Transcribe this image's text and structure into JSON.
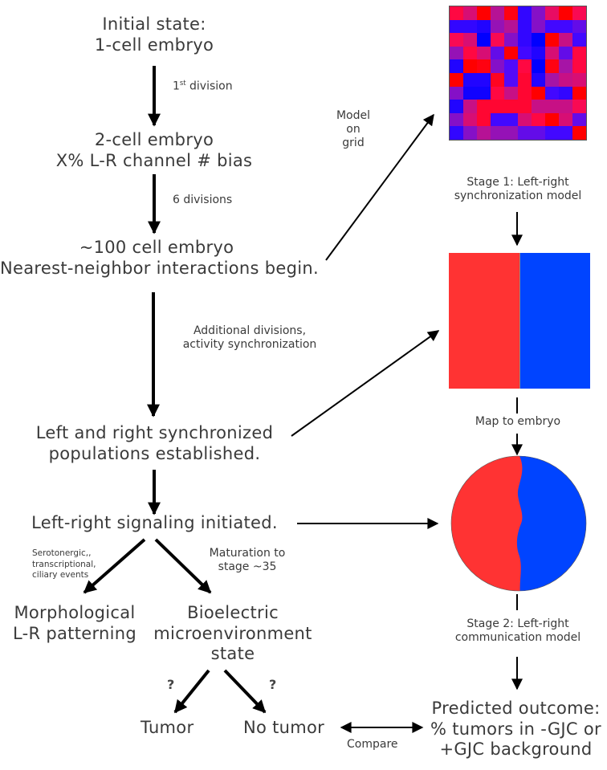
{
  "colors": {
    "red": "#ff3333",
    "blue": "#0044ff",
    "arrow": "#000000",
    "text": "#3a3a3a"
  },
  "flow": {
    "initial_l1": "Initial state:",
    "initial_l2": "1-cell embryo",
    "first_division_num": "1",
    "first_division_sup": "st",
    "first_division_rest": " division",
    "two_cell_l1": "2-cell embryo",
    "two_cell_l2": "X% L-R channel # bias",
    "six_divisions": "6 divisions",
    "hundred_l1": "~100 cell embryo",
    "hundred_l2": "Nearest-neighbor interactions begin.",
    "additional_l1": "Additional divisions,",
    "additional_l2": "activity synchronization",
    "lr_sync_l1": "Left and right synchronized",
    "lr_sync_l2": "populations established.",
    "lr_signal": "Left-right signaling initiated.",
    "sero_l1": "Serotonergic,,",
    "sero_l2": "transcriptional,",
    "sero_l3": "ciliary events",
    "maturation_l1": "Maturation to",
    "maturation_l2": "stage ~35",
    "morph_l1": "Morphological",
    "morph_l2": "L-R patterning",
    "bio_l1": "Bioelectric",
    "bio_l2": "microenvironment",
    "bio_l3": "state",
    "question_left": "?",
    "question_right": "?",
    "tumor": "Tumor",
    "no_tumor": "No tumor",
    "compare": "Compare"
  },
  "model": {
    "model_on_grid_l1": "Model",
    "model_on_grid_l2": "on",
    "model_on_grid_l3": "grid",
    "stage1_l1": "Stage 1: Left-right",
    "stage1_l2": "synchronization model",
    "map_to_embryo": "Map to embryo",
    "stage2_l1": "Stage 2: Left-right",
    "stage2_l2": "communication model",
    "predicted_l1": "Predicted outcome:",
    "predicted_l2": "% tumors in -GJC or",
    "predicted_l3": "+GJC background"
  },
  "chart_data": {
    "type": "heatmap",
    "title": "",
    "colorscale": [
      "#0000ff",
      "#ff0000"
    ],
    "rows": 10,
    "cols": 10,
    "values": [
      [
        0.8,
        0.65,
        1.0,
        0.55,
        0.95,
        0.15,
        0.4,
        0.7,
        1.0,
        0.75
      ],
      [
        0.15,
        0.15,
        0.1,
        0.45,
        0.55,
        0.15,
        0.4,
        0.2,
        0.2,
        0.3
      ],
      [
        0.75,
        0.65,
        0.0,
        0.75,
        0.4,
        0.15,
        0.0,
        1.0,
        0.6,
        0.2
      ],
      [
        0.45,
        0.8,
        0.65,
        0.3,
        1.0,
        0.2,
        0.1,
        0.65,
        0.3,
        0.8
      ],
      [
        0.1,
        1.0,
        0.95,
        0.4,
        0.25,
        0.8,
        0.0,
        0.95,
        0.5,
        0.8
      ],
      [
        1.0,
        0.1,
        0.1,
        0.9,
        0.25,
        0.85,
        0.1,
        0.5,
        0.6,
        0.65
      ],
      [
        0.4,
        0.05,
        0.05,
        0.8,
        0.6,
        0.85,
        1.0,
        0.2,
        0.15,
        1.0
      ],
      [
        0.1,
        0.6,
        0.85,
        0.85,
        0.85,
        0.85,
        0.6,
        0.6,
        0.6,
        0.75
      ],
      [
        0.4,
        0.65,
        0.85,
        0.2,
        0.2,
        0.65,
        0.8,
        1.0,
        0.65,
        0.3
      ],
      [
        0.15,
        0.4,
        0.55,
        0.45,
        0.45,
        0.3,
        0.3,
        0.2,
        0.2,
        1.0
      ]
    ]
  }
}
